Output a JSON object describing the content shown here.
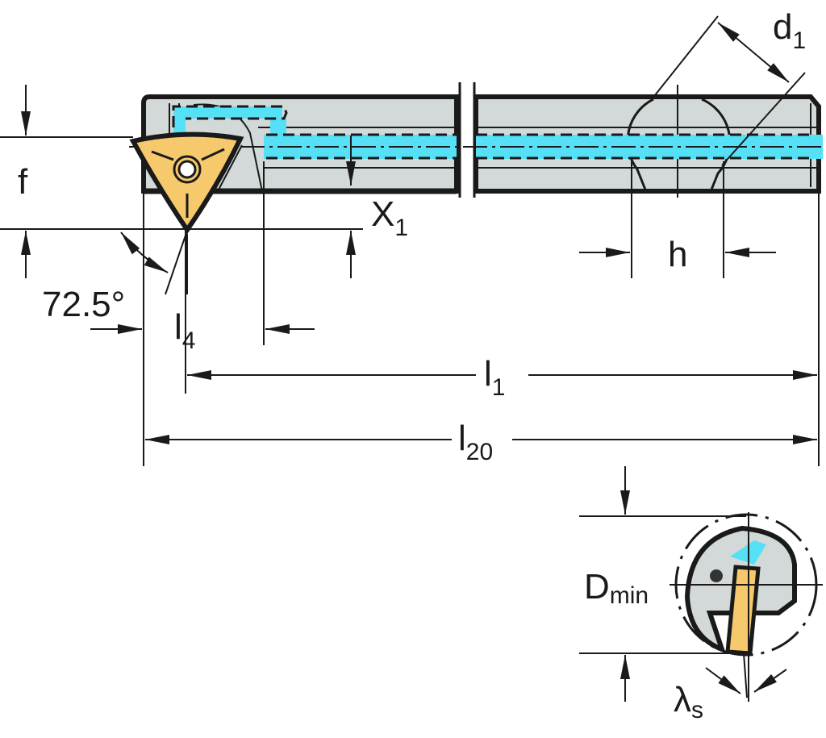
{
  "colors": {
    "body": "#d3d9d9",
    "coolant": "#55e0f5",
    "insert": "#f5c96c",
    "line": "#1a1a1a"
  },
  "labels": {
    "d1": {
      "main": "d",
      "sub": "1"
    },
    "f": {
      "main": "f"
    },
    "x1": {
      "main": "X",
      "sub": "1"
    },
    "h": {
      "main": "h"
    },
    "angle": {
      "main": "72.5°"
    },
    "l4": {
      "main": "l",
      "sub": "4"
    },
    "l1": {
      "main": "l",
      "sub": "1"
    },
    "l20": {
      "main": "l",
      "sub": "20"
    },
    "dmin": {
      "main": "D",
      "sub": "min"
    },
    "lambda_s": {
      "main": "λ",
      "sub": "s"
    }
  }
}
